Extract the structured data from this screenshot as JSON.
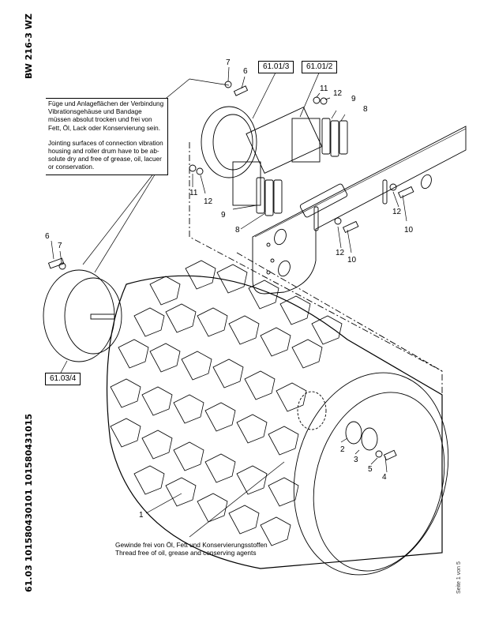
{
  "header": {
    "model": "BW 216-3 WZ",
    "document_reference": "61.03 101580430101 101580431015",
    "page_footer": "Seite 1 von 5"
  },
  "notes": {
    "surface_note_de": "Füge und Anlageflächen der Verbindung Vibrationsgehäuse und Bandage müssen absolut trocken und frei von Fett, Öl, Lack oder Konservierung sein.",
    "surface_note_en": "Jointing surfaces of connection vibration housing and roller drum have to be ab-solute dry and free of grease, oil, lacuer or conservation.",
    "thread_note_de": "Gewinde frei von Öl, Fett und Konservierungsstoffen",
    "thread_note_en": "Thread free of oil, grease and conserving agents"
  },
  "reference_boxes": [
    "61.01/3",
    "61.01/2",
    "61.03/4"
  ],
  "callouts": [
    {
      "id": "c7a",
      "label": "7"
    },
    {
      "id": "c6a",
      "label": "6"
    },
    {
      "id": "c11a",
      "label": "11"
    },
    {
      "id": "c12a",
      "label": "12"
    },
    {
      "id": "c9a",
      "label": "9"
    },
    {
      "id": "c8a",
      "label": "8"
    },
    {
      "id": "c11b",
      "label": "11"
    },
    {
      "id": "c12b",
      "label": "12"
    },
    {
      "id": "c9b",
      "label": "9"
    },
    {
      "id": "c8b",
      "label": "8"
    },
    {
      "id": "c12c",
      "label": "12"
    },
    {
      "id": "c10a",
      "label": "10"
    },
    {
      "id": "c12d",
      "label": "12"
    },
    {
      "id": "c10b",
      "label": "10"
    },
    {
      "id": "c6b",
      "label": "6"
    },
    {
      "id": "c7b",
      "label": "7"
    },
    {
      "id": "c2",
      "label": "2"
    },
    {
      "id": "c3",
      "label": "3"
    },
    {
      "id": "c5",
      "label": "5"
    },
    {
      "id": "c4",
      "label": "4"
    },
    {
      "id": "c1",
      "label": "1"
    }
  ]
}
